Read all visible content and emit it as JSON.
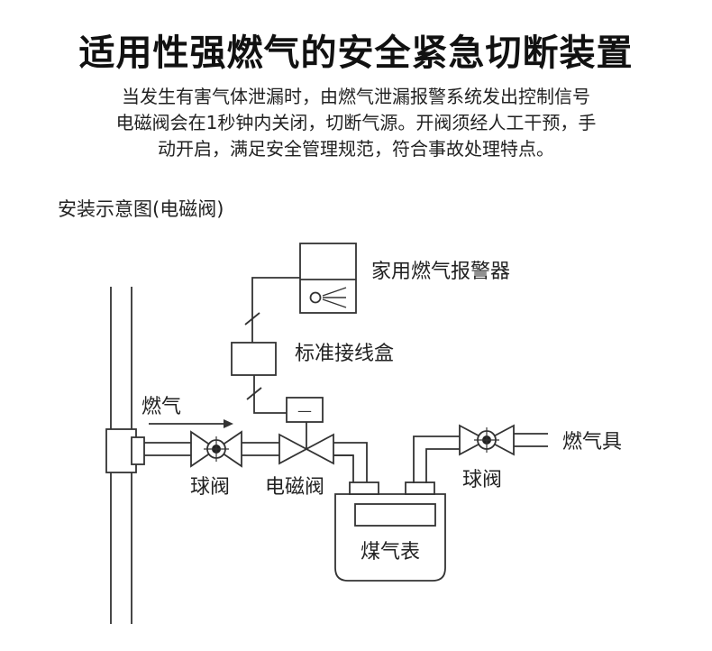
{
  "header": {
    "title": "适用性强燃气的安全紧急切断装置",
    "description": [
      "当发生有害气体泄漏时，由燃气泄漏报警系统发出控制信号",
      "电磁阀会在1秒钟内关闭，切断气源。开阀须经人工干预，手",
      "动开启，满足安全管理规范，符合事故处理特点。"
    ]
  },
  "diagram": {
    "subtitle": "安装示意图(电磁阀)",
    "labels": {
      "alarm": "家用燃气报警器",
      "junction_box": "标准接线盒",
      "gas_flow": "燃气",
      "ball_valve_left": "球阀",
      "solenoid_valve": "电磁阀",
      "ball_valve_right": "球阀",
      "gas_appliance": "燃气具",
      "gas_meter": "煤气表"
    },
    "solenoid_indicator": "—"
  }
}
